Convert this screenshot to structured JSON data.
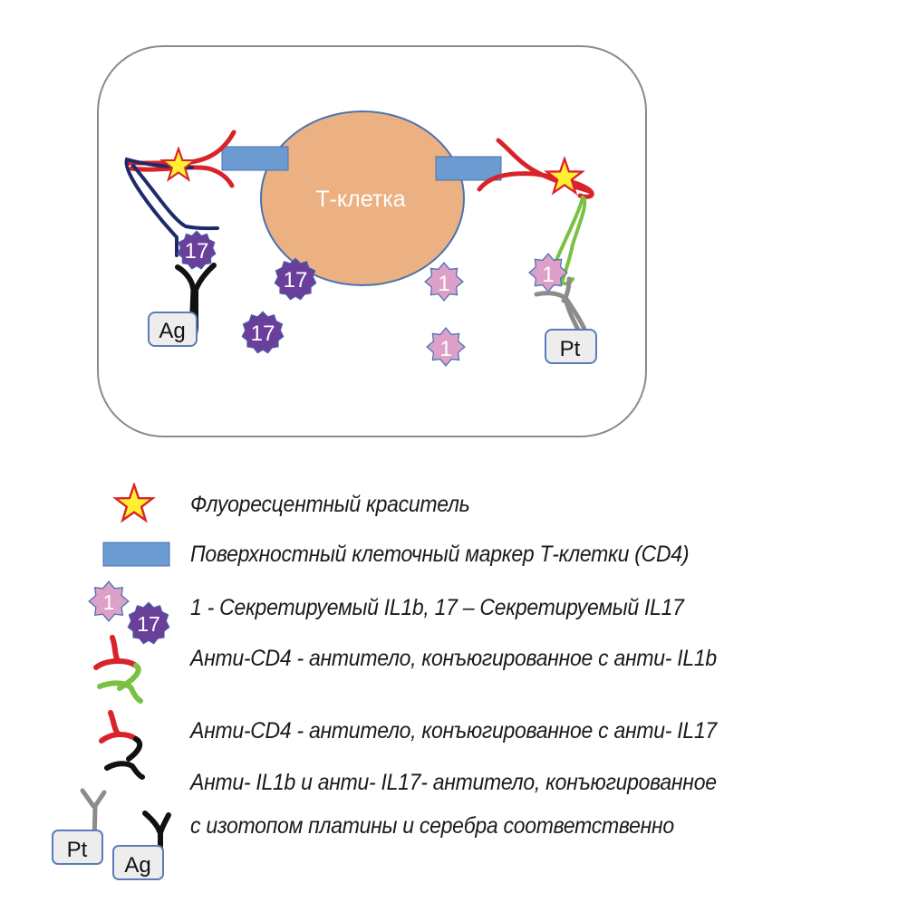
{
  "diagram": {
    "cell_label": "Т-клетка",
    "il17_label": "17",
    "il1b_label": "1",
    "ag_label": "Ag",
    "pt_label": "Pt"
  },
  "legend": {
    "items": [
      {
        "icon": "star-icon",
        "text": "Флуоресцентный краситель"
      },
      {
        "icon": "marker-rect-icon",
        "text": "Поверхностный клеточный маркер Т-клетки (CD4)"
      },
      {
        "icon": "cytokine-icon",
        "text": "1 - Секретируемый IL1b, 17 – Секретируемый IL17",
        "badge_1": "1",
        "badge_17": "17"
      },
      {
        "icon": "antibody-red-green-icon",
        "text": "Анти-CD4 - антитело, конъюгированное с анти- IL1b"
      },
      {
        "icon": "antibody-red-black-icon",
        "text": "Анти-CD4 - антитело, конъюгированное с анти- IL17"
      },
      {
        "icon": "isotope-antibody-icon",
        "text": "Анти- IL1b и анти- IL17-  антитело, конъюгированное",
        "text2": "с изотопом платины и серебра соответственно",
        "pt": "Pt",
        "ag": "Ag"
      }
    ]
  },
  "colors": {
    "cell": "#EBB182",
    "cell_stroke": "#4A72B0",
    "marker": "#6C9BD2",
    "red": "#D9232A",
    "navy": "#1F2A6B",
    "green": "#7AC143",
    "grey": "#8C8C8C",
    "il17": "#6A3F9A",
    "il1b": "#DDA0C8",
    "star": "#FFF033"
  }
}
